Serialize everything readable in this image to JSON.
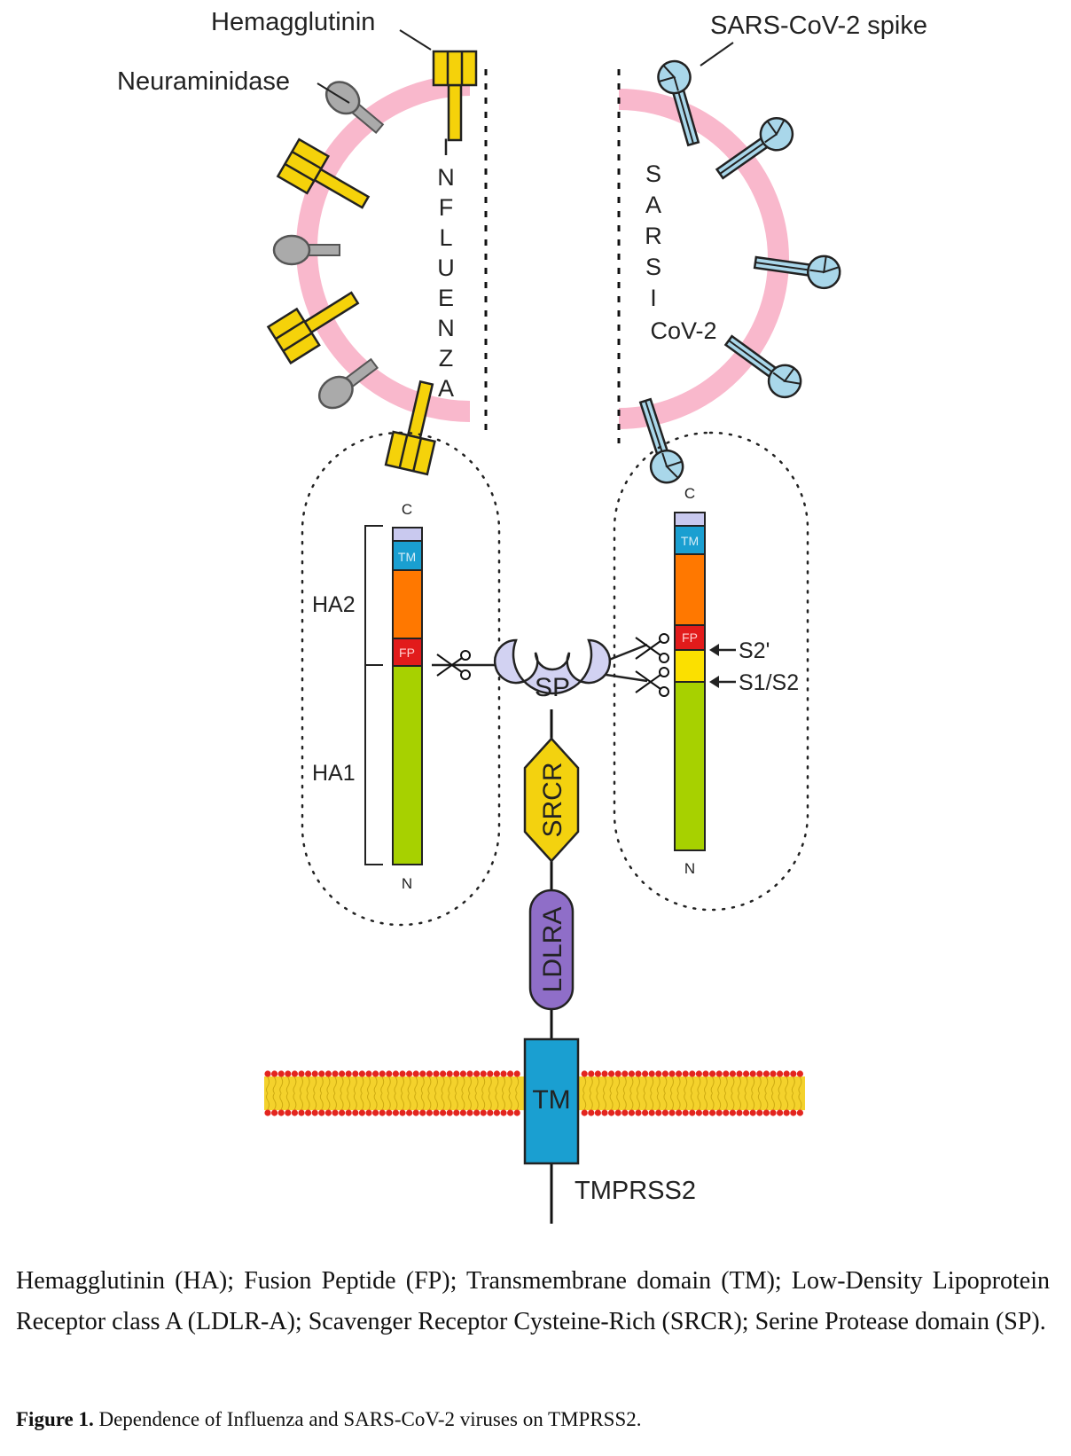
{
  "diagram": {
    "labels": {
      "hemagglutinin": "Hemagglutinin",
      "neuraminidase": "Neuraminidase",
      "sars_spike": "SARS-CoV-2 spike",
      "influenza_letters": [
        "I",
        "N",
        "F",
        "L",
        "U",
        "E",
        "N",
        "Z",
        "A"
      ],
      "sars_letters": [
        "S",
        "A",
        "R",
        "S",
        "I"
      ],
      "cov2": "CoV-2",
      "ha2": "HA2",
      "ha1": "HA1",
      "c_terminus": "C",
      "n_terminus": "N",
      "tm_short": "TM",
      "fp_short": "FP",
      "s2prime": "S2'",
      "s1s2": "S1/S2",
      "sp": "SP",
      "srcr": "SRCR",
      "ldlra": "LDLRA",
      "tm": "TM",
      "tmprss2": "TMPRSS2"
    },
    "colors": {
      "envelope": "#f9b8cc",
      "hemagglutinin": "#f5d20a",
      "neuraminidase": "#aaaaaa",
      "spike": "#a9d7ea",
      "tm_domain": "#1a9fd1",
      "orange_domain": "#ff7800",
      "fusion_peptide": "#e21b1b",
      "s1_s2_linker": "#fbe000",
      "subunit1": "#a7d100",
      "c_tail": "#c9c9ef",
      "sp_domain": "#d2d2f2",
      "srcr_domain": "#f3d20f",
      "ldlra_domain": "#8f6ec8",
      "membrane_core": "#f4d22c",
      "membrane_heads": "#e3251f"
    },
    "icons": [
      "scissors-icon",
      "arrow-left-icon"
    ]
  },
  "caption_note": "Hemagglutinin (HA); Fusion Peptide (FP); Transmembrane domain (TM); Low-Density Lipoprotein Receptor class A (LDLR-A); Scavenger Receptor Cysteine-Rich (SRCR); Serine Protease domain (SP).",
  "figure_caption": {
    "label": "Figure 1.",
    "text": " Dependence of Influenza and SARS-CoV-2 viruses on TMPRSS2."
  }
}
